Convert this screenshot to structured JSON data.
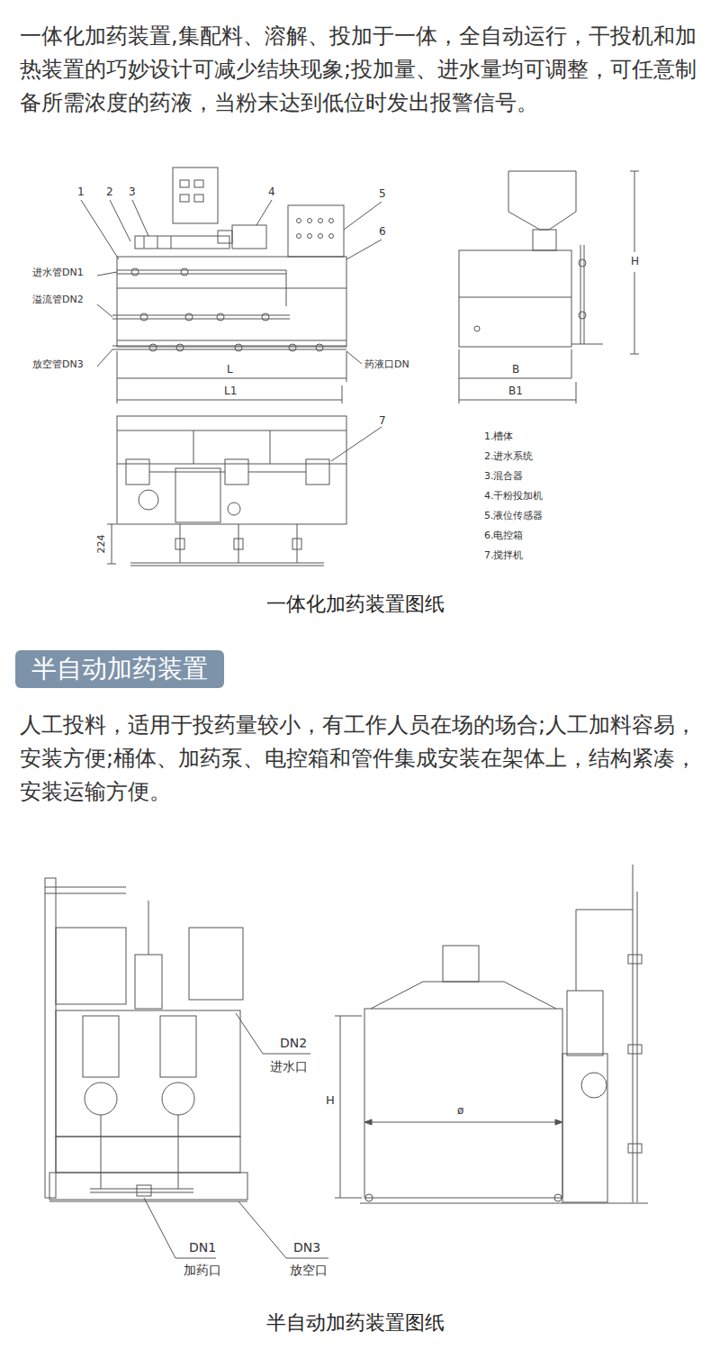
{
  "diagram": {
    "nodes": [
      {
        "text": [
          "半自动加药装置"
        ]
      }
    ],
    "labels": [
      "一体化加药装置,集配料、溶解、投加于一体，全自动运行，干投机和加热装置的巧妙设计可减少结块现象;投加量、进水量均可调整，可任意制备所需浓度的药液，当粉末达到低位时发出报警信号。",
      "1",
      "2",
      "3",
      "4",
      "5",
      "6",
      "进水管DN1",
      "溢流管DN2",
      "放空管DN3",
      "L",
      "L1",
      "药液口DN",
      "7",
      "224",
      "H",
      "B",
      "B1",
      "1.槽体",
      "2.进水系统",
      "3.混合器",
      "4.干粉投加机",
      "5.液位传感器",
      "6.电控箱",
      "7.搅拌机",
      "一体化加药装置图纸",
      "人工投料，适用于投药量较小，有工作人员在场的场合;人工加料容易，安装方便;桶体、加药泵、电控箱和管件集成安装在架体上，结构紧凑，安装运输方便。",
      "DN2",
      "进水口",
      "H",
      "ø",
      "DN1",
      "加药口",
      "DN3",
      "放空口",
      "半自动加药装置图纸"
    ]
  }
}
